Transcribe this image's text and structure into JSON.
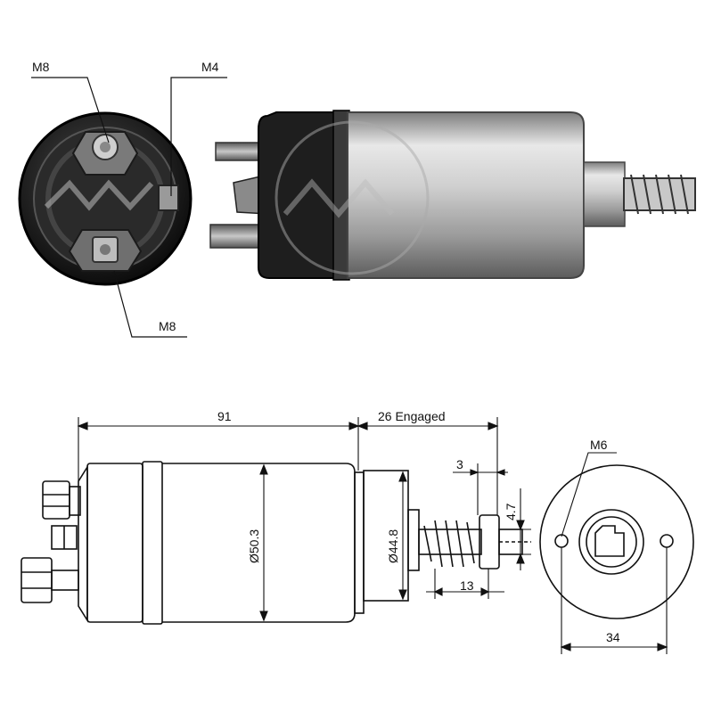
{
  "photo": {
    "end_view_labels": {
      "top_left": "M8",
      "top_right": "M4",
      "bottom": "M8"
    }
  },
  "drawing": {
    "dim_length": "91",
    "dim_travel": "26 Engaged",
    "dim_body_diameter": "Ø50.3",
    "dim_nose_diameter": "Ø44.8",
    "dim_plunger_tip": "3",
    "dim_plunger_height": "4.7",
    "dim_spring": "13",
    "dim_mount_thread": "M6",
    "dim_hole_spacing": "34"
  },
  "colors": {
    "line": "#111111",
    "metal_light": "#d9d9d9",
    "metal_dark": "#5a5a5a",
    "body_black": "#1a1a1a"
  }
}
